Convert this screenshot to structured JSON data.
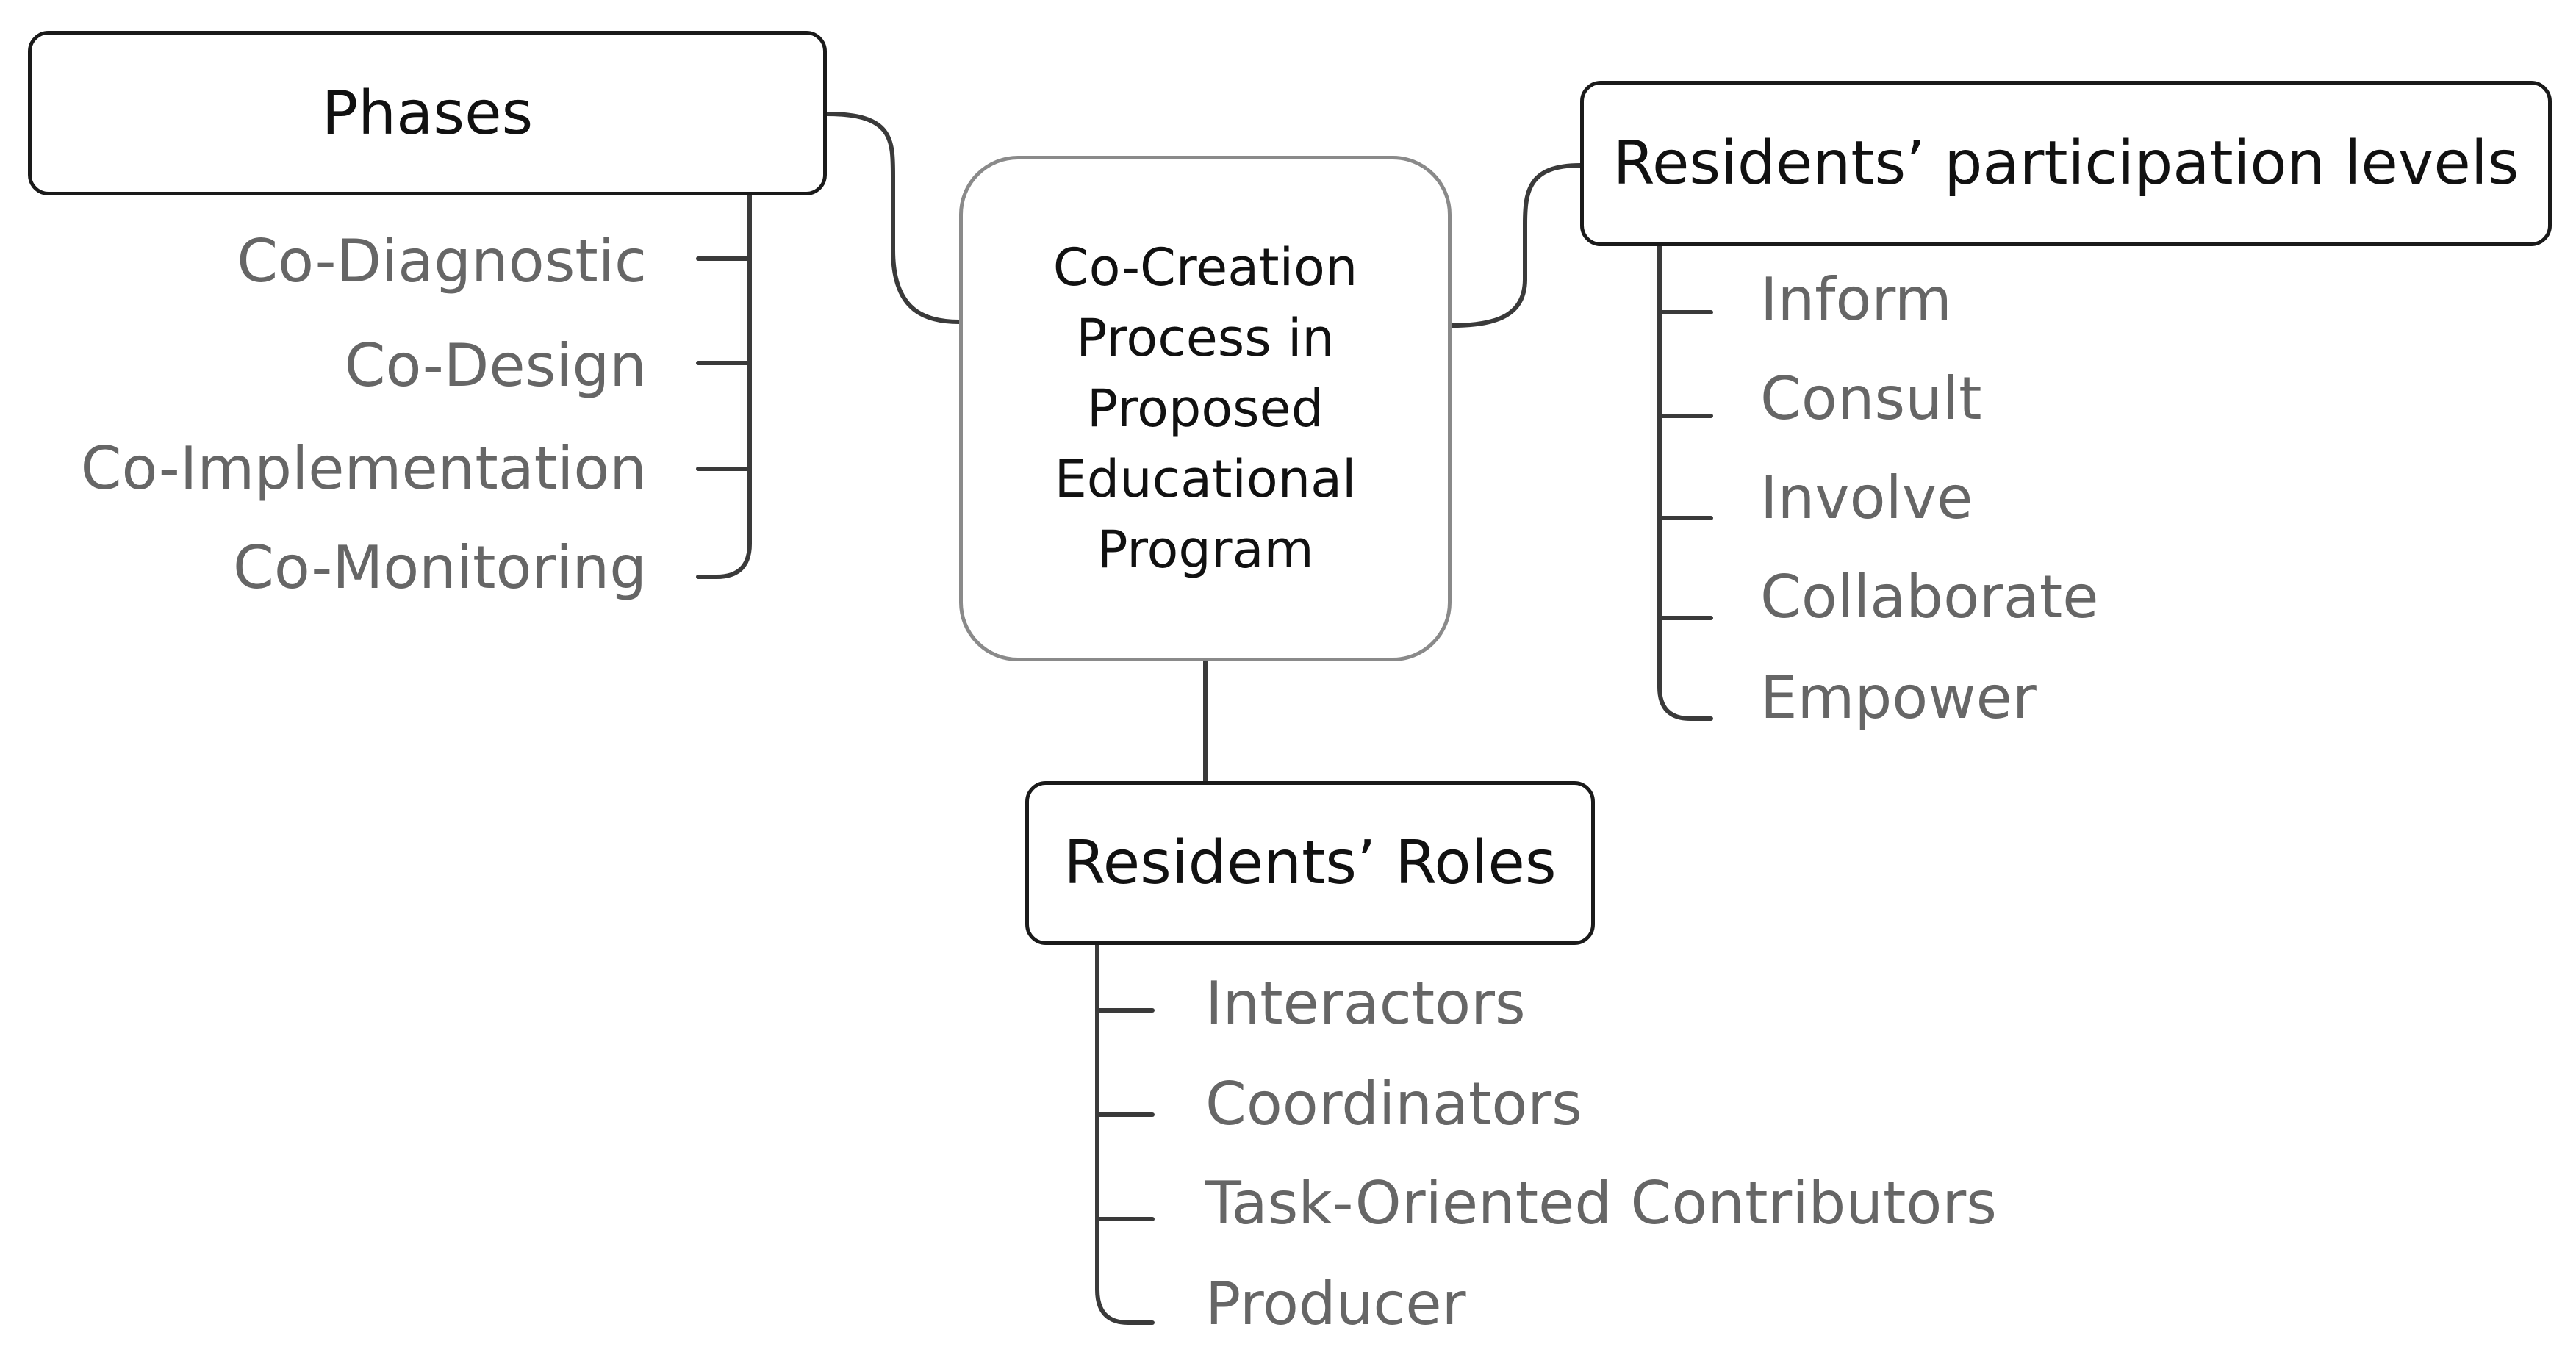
{
  "center": {
    "label": "Co-Creation Process in Proposed Educational Program",
    "lines": [
      "Co-Creation",
      "Process in",
      "Proposed",
      "Educational",
      "Program"
    ]
  },
  "phases": {
    "title": "Phases",
    "items": [
      "Co-Diagnostic",
      "Co-Design",
      "Co-Implementation",
      "Co-Monitoring"
    ]
  },
  "participation": {
    "title": "Residents’ participation levels",
    "items": [
      "Inform",
      "Consult",
      "Involve",
      "Collaborate",
      "Empower"
    ]
  },
  "roles": {
    "title": "Residents’ Roles",
    "items": [
      "Interactors",
      "Coordinators",
      "Task-Oriented Contributors",
      "Producer"
    ]
  },
  "colors": {
    "line": "#3a3a3a",
    "center_border": "#8a8a8a",
    "heading_border": "#1a1a1a",
    "item_text": "#666666"
  }
}
